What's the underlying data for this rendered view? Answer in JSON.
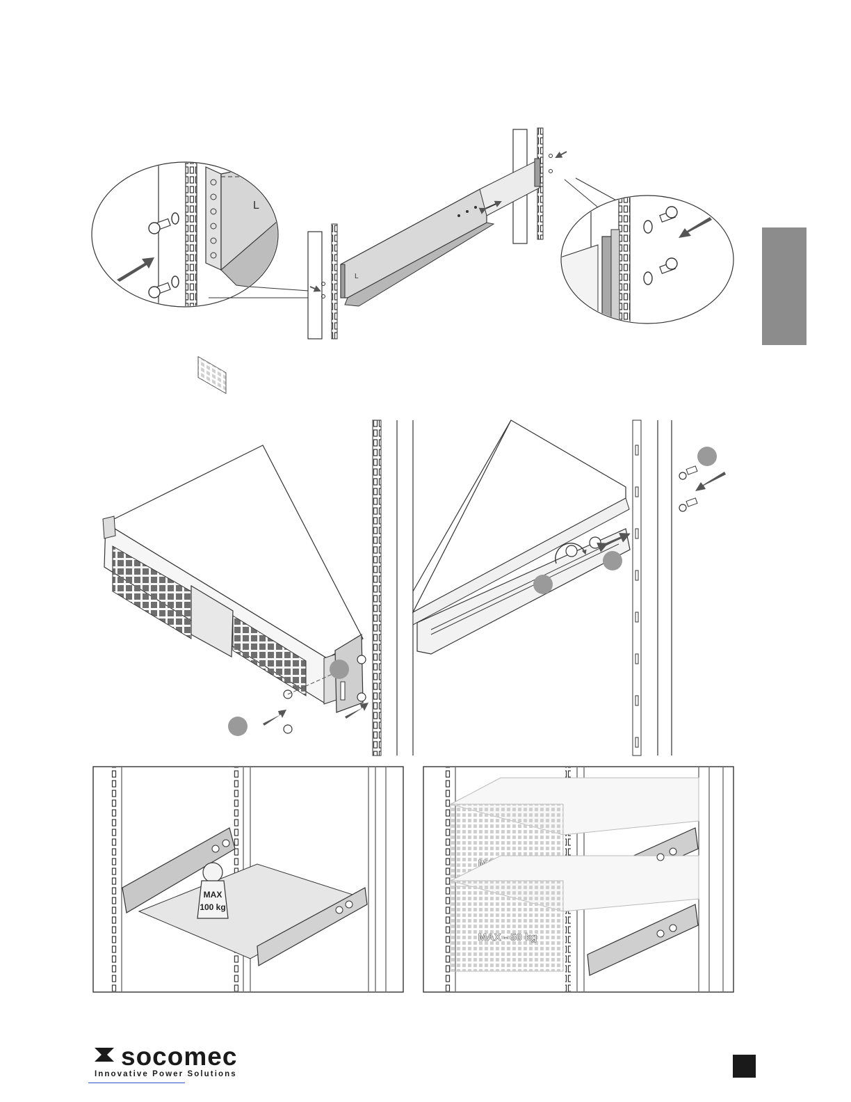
{
  "brand": {
    "name": "socomec",
    "tagline": "Innovative Power Solutions"
  },
  "figure_top": {
    "rail_left_mark": "L",
    "rail_detail_mark": "L"
  },
  "figure_bottom_left": {
    "weight_label_line1": "MAX",
    "weight_label_line2": "100 kg"
  },
  "figure_bottom_right": {
    "unit_upper_label": "MAX - 50 kg",
    "unit_lower_label": "MAX - 50 kg"
  },
  "colors": {
    "side_tab": "#8c8c8c",
    "page_marker": "#1a1a1a",
    "callout_marker": "#9a9a9a",
    "link_underline": "#2a4fc8"
  },
  "icons": {
    "logo_mark": "socomec-logo-icon",
    "arrow": "insert-arrow-icon",
    "screw": "screw-icon",
    "washer": "washer-icon",
    "step_marker": "step-callout-icon"
  }
}
